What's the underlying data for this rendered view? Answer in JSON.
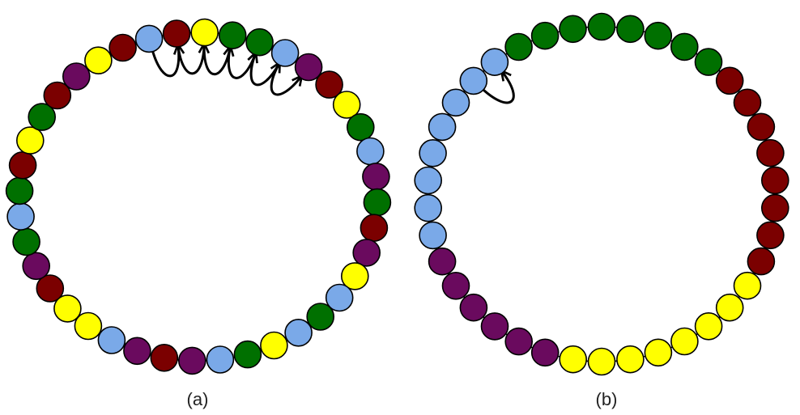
{
  "colors": {
    "blue": "#7aa9e8",
    "maroon": "#7b0000",
    "yellow": "#ffff00",
    "green": "#007000",
    "purple": "#6a0a5e",
    "outline": "#000000",
    "arrow": "#000000"
  },
  "panels": [
    {
      "label": "(a)",
      "beads": [
        "blue",
        "maroon",
        "yellow",
        "green",
        "green",
        "blue",
        "purple",
        "maroon",
        "yellow",
        "green",
        "blue",
        "purple",
        "green",
        "maroon",
        "purple",
        "yellow",
        "blue",
        "green",
        "blue",
        "yellow",
        "green",
        "blue",
        "purple",
        "maroon",
        "purple",
        "blue",
        "yellow",
        "yellow",
        "maroon",
        "purple",
        "green",
        "blue",
        "green",
        "maroon",
        "yellow",
        "green",
        "maroon",
        "purple",
        "yellow",
        "maroon"
      ],
      "arrow_count": 6
    },
    {
      "label": "(b)",
      "beads": [
        "green",
        "green",
        "green",
        "green",
        "green",
        "maroon",
        "maroon",
        "maroon",
        "maroon",
        "maroon",
        "maroon",
        "maroon",
        "maroon",
        "yellow",
        "yellow",
        "yellow",
        "yellow",
        "yellow",
        "yellow",
        "yellow",
        "yellow",
        "purple",
        "purple",
        "purple",
        "purple",
        "purple",
        "purple",
        "blue",
        "blue",
        "blue",
        "blue",
        "blue",
        "blue",
        "blue",
        "blue",
        "green",
        "green",
        "green"
      ],
      "arrow_count": 1
    }
  ]
}
